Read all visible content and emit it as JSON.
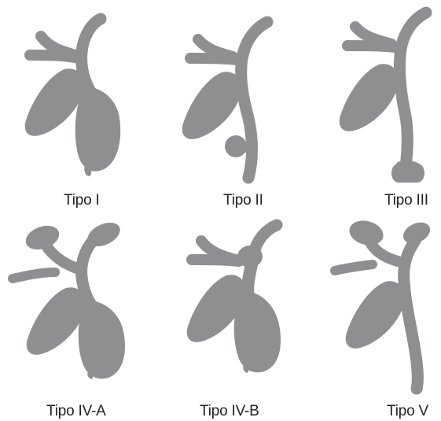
{
  "figure": {
    "panels": [
      {
        "id": "tipo-1",
        "label": "Tipo I"
      },
      {
        "id": "tipo-2",
        "label": "Tipo II"
      },
      {
        "id": "tipo-3",
        "label": "Tipo III"
      },
      {
        "id": "tipo-4a",
        "label": "Tipo IV-A"
      },
      {
        "id": "tipo-4b",
        "label": "Tipo IV-B"
      },
      {
        "id": "tipo-5",
        "label": "Tipo V"
      }
    ],
    "colors": {
      "shape": "#8e8f91",
      "text": "#222222",
      "background": "#ffffff"
    }
  }
}
